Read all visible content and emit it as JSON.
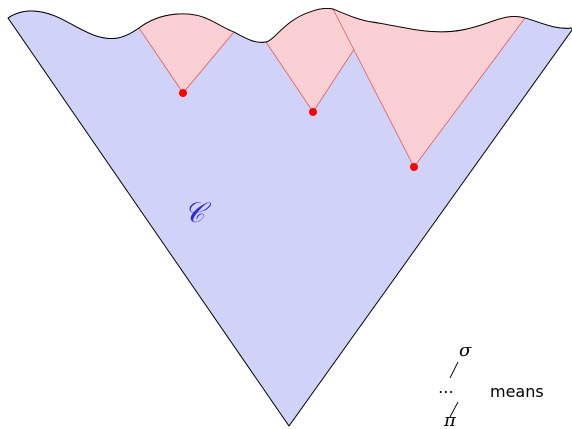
{
  "region_label": "𝒞",
  "legend": {
    "sigma": "σ",
    "dots": "⋯",
    "pi": "π",
    "means_text": "means"
  },
  "colors": {
    "cone_fill": "#d0d2f8",
    "wedge_fill": "#fbd0d4",
    "point": "#ff0000",
    "wedge_line": "#e24c4c",
    "outline": "#000000",
    "region_label": "#2a2ad8"
  },
  "points": [
    {
      "id": "point-1"
    },
    {
      "id": "point-2"
    },
    {
      "id": "point-3"
    }
  ]
}
